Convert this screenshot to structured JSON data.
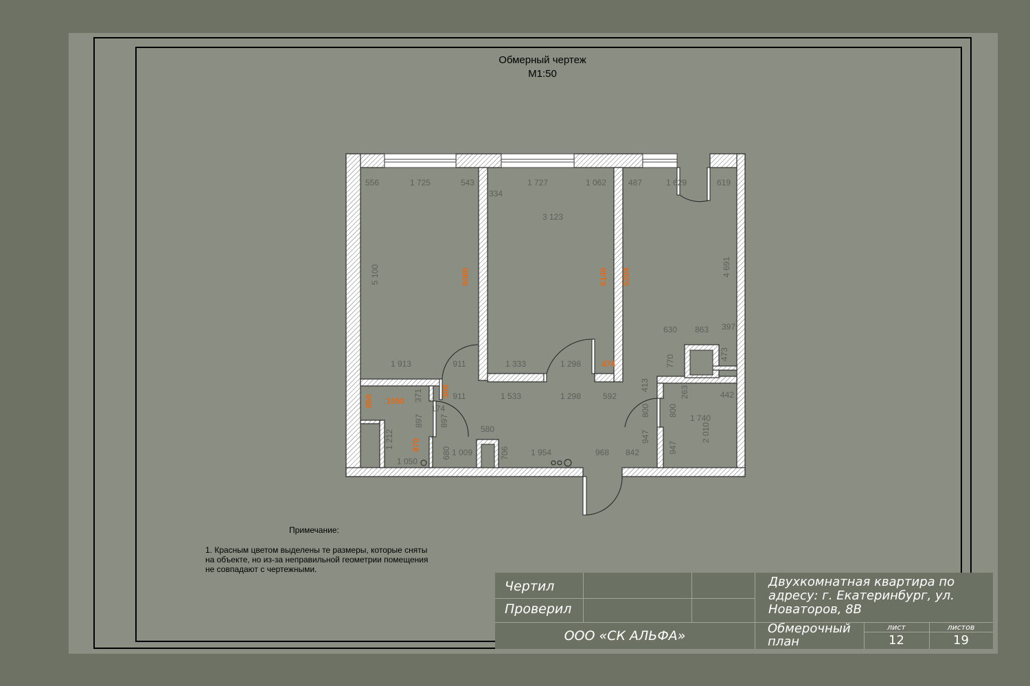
{
  "title": {
    "line1": "Обмерный чертеж",
    "line2": "М1:50"
  },
  "notes": {
    "heading": "Примечание:",
    "text": "1. Красным цветом выделены те размеры, которые сняты на объекте, но из-за неправильной геометрии помещения не совпадают с чертежными."
  },
  "stamp": {
    "drew_label": "Чертил",
    "checked_label": "Проверил",
    "company": "ООО «СК АЛЬФА»",
    "project_name": "Двухкомнатная квартира по адресу: г. Екатеринбург, ул. Новаторов, 8В",
    "sheet_type": "Обмерочный план",
    "sheet_label": "лист",
    "sheet_number": "12",
    "sheets_label": "листов",
    "sheets_total": "19"
  },
  "dimensions": [
    {
      "text": "556",
      "highlighted": false,
      "vertical": false
    },
    {
      "text": "1 725",
      "highlighted": false,
      "vertical": false
    },
    {
      "text": "543",
      "highlighted": false,
      "vertical": false
    },
    {
      "text": "1 727",
      "highlighted": false,
      "vertical": false
    },
    {
      "text": "1 062",
      "highlighted": false,
      "vertical": false
    },
    {
      "text": "487",
      "highlighted": false,
      "vertical": false
    },
    {
      "text": "1 629",
      "highlighted": false,
      "vertical": false
    },
    {
      "text": "619",
      "highlighted": false,
      "vertical": false
    },
    {
      "text": "334",
      "highlighted": false,
      "vertical": false
    },
    {
      "text": "3 123",
      "highlighted": false,
      "vertical": false
    },
    {
      "text": "5 100",
      "highlighted": false,
      "vertical": true
    },
    {
      "text": "5080",
      "highlighted": true,
      "vertical": true
    },
    {
      "text": "5140",
      "highlighted": true,
      "vertical": true
    },
    {
      "text": "5204",
      "highlighted": true,
      "vertical": true
    },
    {
      "text": "4 691",
      "highlighted": false,
      "vertical": true
    },
    {
      "text": "630",
      "highlighted": false,
      "vertical": false
    },
    {
      "text": "863",
      "highlighted": false,
      "vertical": false
    },
    {
      "text": "397",
      "highlighted": false,
      "vertical": false
    },
    {
      "text": "1 913",
      "highlighted": false,
      "vertical": false
    },
    {
      "text": "911",
      "highlighted": false,
      "vertical": false
    },
    {
      "text": "1 333",
      "highlighted": false,
      "vertical": false
    },
    {
      "text": "1 298",
      "highlighted": false,
      "vertical": false
    },
    {
      "text": "474",
      "highlighted": true,
      "vertical": false
    },
    {
      "text": "770",
      "highlighted": false,
      "vertical": true
    },
    {
      "text": "473",
      "highlighted": false,
      "vertical": true
    },
    {
      "text": "860",
      "highlighted": true,
      "vertical": true
    },
    {
      "text": "1050",
      "highlighted": true,
      "vertical": false
    },
    {
      "text": "371",
      "highlighted": false,
      "vertical": true
    },
    {
      "text": "306",
      "highlighted": true,
      "vertical": true
    },
    {
      "text": "911",
      "highlighted": false,
      "vertical": false
    },
    {
      "text": "1 533",
      "highlighted": false,
      "vertical": false
    },
    {
      "text": "1 298",
      "highlighted": false,
      "vertical": false
    },
    {
      "text": "592",
      "highlighted": false,
      "vertical": false
    },
    {
      "text": "413",
      "highlighted": false,
      "vertical": true
    },
    {
      "text": "263",
      "highlighted": false,
      "vertical": true
    },
    {
      "text": "442",
      "highlighted": false,
      "vertical": false
    },
    {
      "text": "174",
      "highlighted": false,
      "vertical": false
    },
    {
      "text": "897",
      "highlighted": false,
      "vertical": true
    },
    {
      "text": "897",
      "highlighted": false,
      "vertical": true
    },
    {
      "text": "800",
      "highlighted": false,
      "vertical": true
    },
    {
      "text": "800",
      "highlighted": false,
      "vertical": true
    },
    {
      "text": "1 740",
      "highlighted": false,
      "vertical": false
    },
    {
      "text": "580",
      "highlighted": false,
      "vertical": false
    },
    {
      "text": "1 212",
      "highlighted": false,
      "vertical": true
    },
    {
      "text": "870",
      "highlighted": true,
      "vertical": true
    },
    {
      "text": "947",
      "highlighted": false,
      "vertical": true
    },
    {
      "text": "2 010",
      "highlighted": false,
      "vertical": true
    },
    {
      "text": "680",
      "highlighted": false,
      "vertical": true
    },
    {
      "text": "1 009",
      "highlighted": false,
      "vertical": false
    },
    {
      "text": "706",
      "highlighted": false,
      "vertical": true
    },
    {
      "text": "1 954",
      "highlighted": false,
      "vertical": false
    },
    {
      "text": "968",
      "highlighted": false,
      "vertical": false
    },
    {
      "text": "842",
      "highlighted": false,
      "vertical": false
    },
    {
      "text": "947",
      "highlighted": false,
      "vertical": true
    },
    {
      "text": "1 050",
      "highlighted": false,
      "vertical": false
    }
  ],
  "colors": {
    "highlight": "#e06a1c",
    "dimension": "#5d6057",
    "wall_fill": "#ffffff",
    "wall_hatch": "#6a6a6a"
  }
}
